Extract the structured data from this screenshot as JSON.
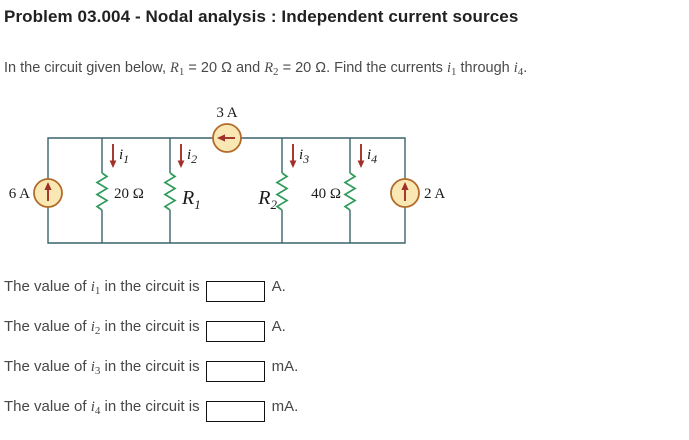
{
  "title": "Problem 03.004 - Nodal analysis : Independent current sources",
  "statement": {
    "part1": "In the circuit given below, ",
    "var_R1": "R",
    "sub_R1": "1",
    "part2": " = 20 Ω and ",
    "var_R2": "R",
    "sub_R2": "2",
    "part3": " = 20 Ω. Find the currents ",
    "var_i1": "i",
    "sub_i1": "1",
    "part4": " through ",
    "var_i4": "i",
    "sub_i4": "4",
    "part5": "."
  },
  "circuit": {
    "left_source_label": "6 A",
    "top_source_label": "3 A",
    "right_source_label": "2 A",
    "resistors": [
      {
        "label": "20 Ω",
        "sub": ""
      },
      {
        "label": "R",
        "sub": "1"
      },
      {
        "label": "R",
        "sub": "2"
      },
      {
        "label": "40 Ω",
        "sub": ""
      }
    ],
    "branch_currents": [
      {
        "var": "i",
        "sub": "1"
      },
      {
        "var": "i",
        "sub": "2"
      },
      {
        "var": "i",
        "sub": "3"
      },
      {
        "var": "i",
        "sub": "4"
      }
    ]
  },
  "questions": [
    {
      "prefix": "The value of ",
      "var": "i",
      "sub": "1",
      "suffix": " in the circuit is",
      "value": "",
      "unit": "A."
    },
    {
      "prefix": "The value of ",
      "var": "i",
      "sub": "2",
      "suffix": " in the circuit is",
      "value": "",
      "unit": "A."
    },
    {
      "prefix": "The value of ",
      "var": "i",
      "sub": "3",
      "suffix": " in the circuit is",
      "value": "",
      "unit": "mA."
    },
    {
      "prefix": "The value of ",
      "var": "i",
      "sub": "4",
      "suffix": " in the circuit is",
      "value": "",
      "unit": "mA."
    }
  ],
  "colors": {
    "wire": "#3A636C",
    "resistor": "#2F9C5C",
    "arrow": "#A03028",
    "source-fill": "#F9E8B4",
    "source-stroke": "#B26B29",
    "title-text": "#212121",
    "body-text": "#4A4A4A"
  }
}
